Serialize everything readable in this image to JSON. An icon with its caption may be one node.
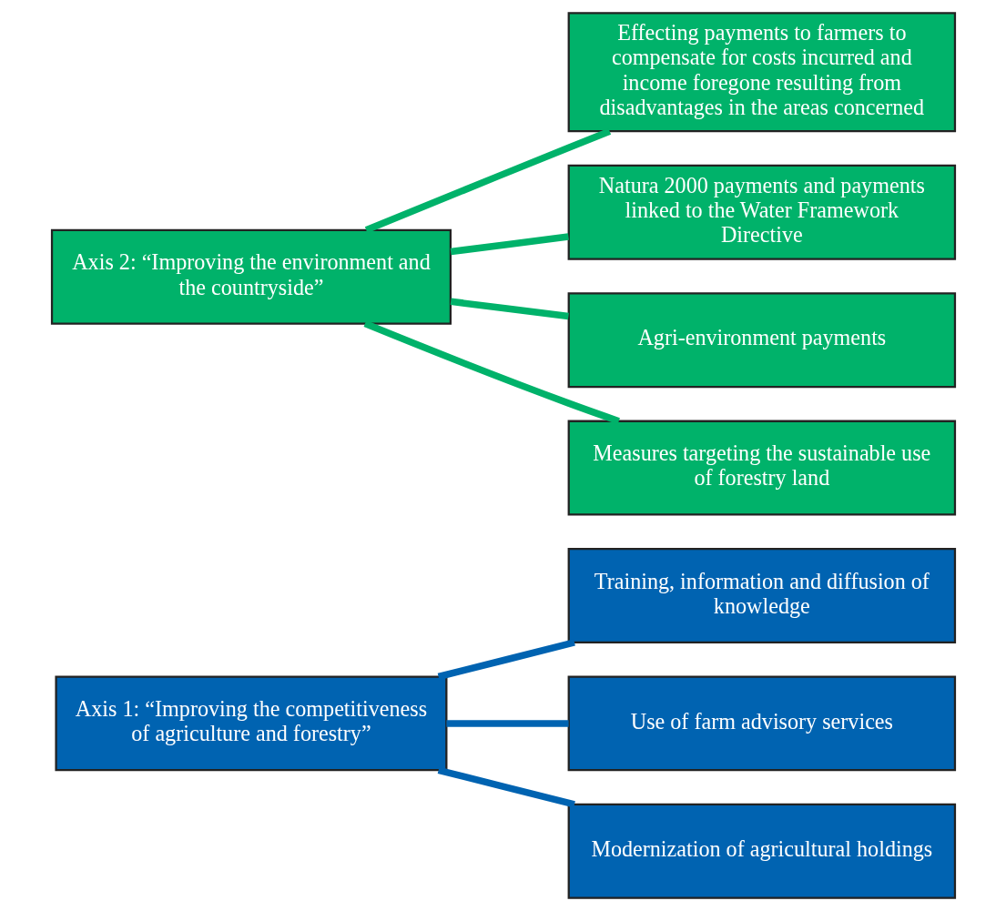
{
  "diagram": {
    "nodes": [
      {
        "text": [
          "Axis 1: “Improving the competitiveness of agriculture and forestry”"
        ]
      },
      {
        "text": [
          "Training, information and diffusion of knowledge"
        ]
      },
      {
        "text": [
          "Use of farm advisory services"
        ]
      },
      {
        "text": [
          "Modernization of agricultural holdings"
        ]
      },
      {
        "text": [
          "Axis 2: “Improving the environment and the countryside”"
        ]
      },
      {
        "text": [
          "Effecting payments to farmers to compensate for costs incurred and income foregone resulting from disadvantages in the areas concerned"
        ]
      },
      {
        "text": [
          "Natura 2000 payments and payments linked to the Water Framework Directive"
        ]
      },
      {
        "text": [
          "Agri-environment payments"
        ]
      },
      {
        "text": [
          "Measures targeting the sustainable use of forestry land"
        ]
      }
    ],
    "edges": [
      {
        "from": 0,
        "to": 1,
        "arrow": "none",
        "color": "#0063b1"
      },
      {
        "from": 0,
        "to": 2,
        "arrow": "none",
        "color": "#0063b1"
      },
      {
        "from": 0,
        "to": 3,
        "arrow": "none",
        "color": "#0063b1"
      },
      {
        "from": 4,
        "to": 5,
        "arrow": "none"
      },
      {
        "from": 4,
        "to": 6,
        "arrow": "none"
      },
      {
        "from": 4,
        "to": 7,
        "arrow": "none"
      },
      {
        "from": 4,
        "to": 8,
        "arrow": "none"
      }
    ]
  }
}
